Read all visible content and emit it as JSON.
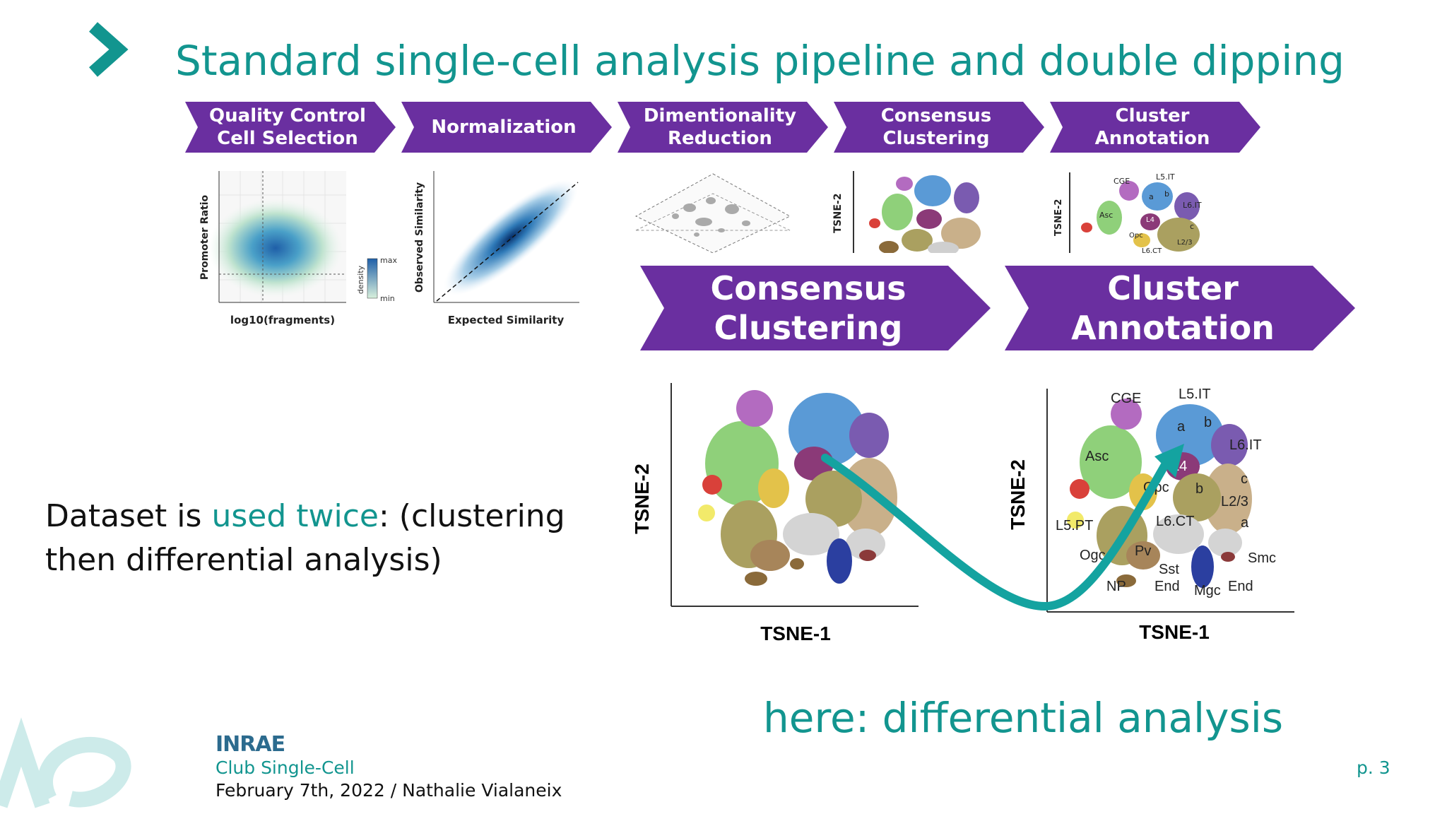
{
  "slide": {
    "title": "Standard single-cell analysis pipeline and double dipping",
    "pipeline_steps": [
      {
        "line1": "Quality Control",
        "line2": "Cell Selection"
      },
      {
        "line1": "Normalization",
        "line2": ""
      },
      {
        "line1": "Dimentionality",
        "line2": "Reduction"
      },
      {
        "line1": "Consensus",
        "line2": "Clustering"
      },
      {
        "line1": "Cluster",
        "line2": "Annotation"
      }
    ],
    "big_steps": [
      {
        "line1": "Consensus",
        "line2": "Clustering"
      },
      {
        "line1": "Cluster",
        "line2": "Annotation"
      }
    ],
    "colors": {
      "accent": "#12958f",
      "arrow": "#6a2fa0",
      "curve": "#14a3a0"
    }
  },
  "plots": {
    "qc": {
      "ylabel": "Promoter Ratio",
      "xlabel": "log10(fragments)",
      "legend_title": "density",
      "legend_max": "max",
      "legend_min": "min"
    },
    "norm": {
      "ylabel": "Observed Similarity",
      "xlabel": "Expected Similarity"
    },
    "tsne_small_left": {
      "ylabel": "TSNE-2"
    },
    "tsne_small_right": {
      "ylabel": "TSNE-2",
      "labels": [
        "CGE",
        "L5.IT",
        "a",
        "b",
        "L6.IT",
        "Asc",
        "L4",
        "c",
        "Opc",
        "L2/3",
        "L6.CT"
      ]
    },
    "tsne_left": {
      "ylabel": "TSNE-2",
      "xlabel": "TSNE-1"
    },
    "tsne_right": {
      "ylabel": "TSNE-2",
      "xlabel": "TSNE-1",
      "labels": [
        "CGE",
        "L5.IT",
        "a",
        "b",
        "L6.IT",
        "Asc",
        "L4",
        "Opc",
        "b",
        "c",
        "L2/3",
        "L5.PT",
        "L6.CT",
        "a",
        "Ogc",
        "Pv",
        "Smc",
        "Sst",
        "NP",
        "End",
        "Mgc",
        "End"
      ]
    }
  },
  "body": {
    "pre": "Dataset is ",
    "highlight": "used twice",
    "post1": ":  (clustering",
    "post2": "then differential analysis)"
  },
  "note": "here:  differential analysis",
  "footer": {
    "logo": "INRAE",
    "club": "Club Single-Cell",
    "date_author": "February 7th, 2022 / Nathalie Vialaneix",
    "page": "p. 3"
  }
}
